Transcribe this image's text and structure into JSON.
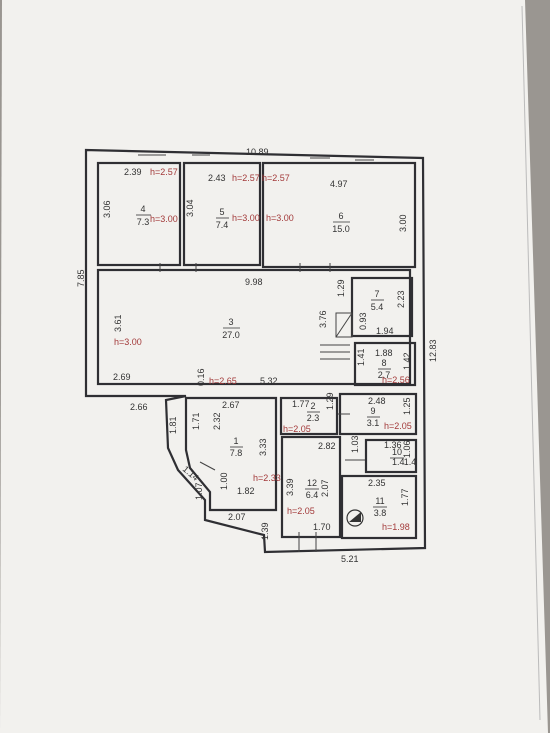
{
  "dims": {
    "d1089": "10.89",
    "d239": "2.39",
    "d243": "2.43",
    "d497": "4.97",
    "d306": "3.06",
    "d304": "3.04",
    "d300": "3.00",
    "d785": "7.85",
    "d998": "9.98",
    "d129": "1.29",
    "d223": "2.23",
    "d361": "3.61",
    "d376": "3.76",
    "d093": "0.93",
    "d194": "1.94",
    "d188": "1.88",
    "d141": "1.41",
    "d142": "1.42",
    "d1283": "12.83",
    "d269": "2.69",
    "d016": "0.16",
    "d532": "5.32",
    "d266": "2.66",
    "d267": "2.67",
    "d177": "1.77",
    "d248": "2.48",
    "d181": "1.81",
    "d171": "1.71",
    "d232": "2.32",
    "d333": "3.33",
    "d129b": "1.29",
    "d125": "1.25",
    "d282": "2.82",
    "d103": "1.03",
    "d136": "1.36",
    "d106": "1.06",
    "d114": "1.14",
    "d107": "1.07",
    "d100": "1.00",
    "d182": "1.82",
    "d339": "3.39",
    "d207": "2.07",
    "d235": "2.35",
    "d177b": "1.77",
    "d207b": "2.07",
    "d139": "1.39",
    "d170": "1.70",
    "d521": "5.21",
    "d14": "1.4"
  },
  "heights": {
    "h257a": "h=2.57",
    "h257b": "h=2.57",
    "h257c": "h=2.57",
    "h300a": "h=3.00",
    "h300b": "h=3.00",
    "h300c": "h=3.00",
    "h300d": "h=3.00",
    "h265": "h=2.65",
    "h256": "h=2.56",
    "h205a": "h=2.05",
    "h205b": "h=2.05",
    "h233": "h=2.33",
    "h205c": "h=2.05",
    "h198": "h=1.98"
  },
  "rooms": [
    {
      "num": "4",
      "area": "7.3"
    },
    {
      "num": "5",
      "area": "7.4"
    },
    {
      "num": "6",
      "area": "15.0"
    },
    {
      "num": "7",
      "area": "5.4"
    },
    {
      "num": "3",
      "area": "27.0"
    },
    {
      "num": "8",
      "area": "2.7"
    },
    {
      "num": "2",
      "area": "2.3"
    },
    {
      "num": "9",
      "area": "3.1"
    },
    {
      "num": "1",
      "area": "7.8"
    },
    {
      "num": "10",
      "area": "1.4"
    },
    {
      "num": "12",
      "area": "6.4"
    },
    {
      "num": "11",
      "area": "3.8"
    }
  ]
}
